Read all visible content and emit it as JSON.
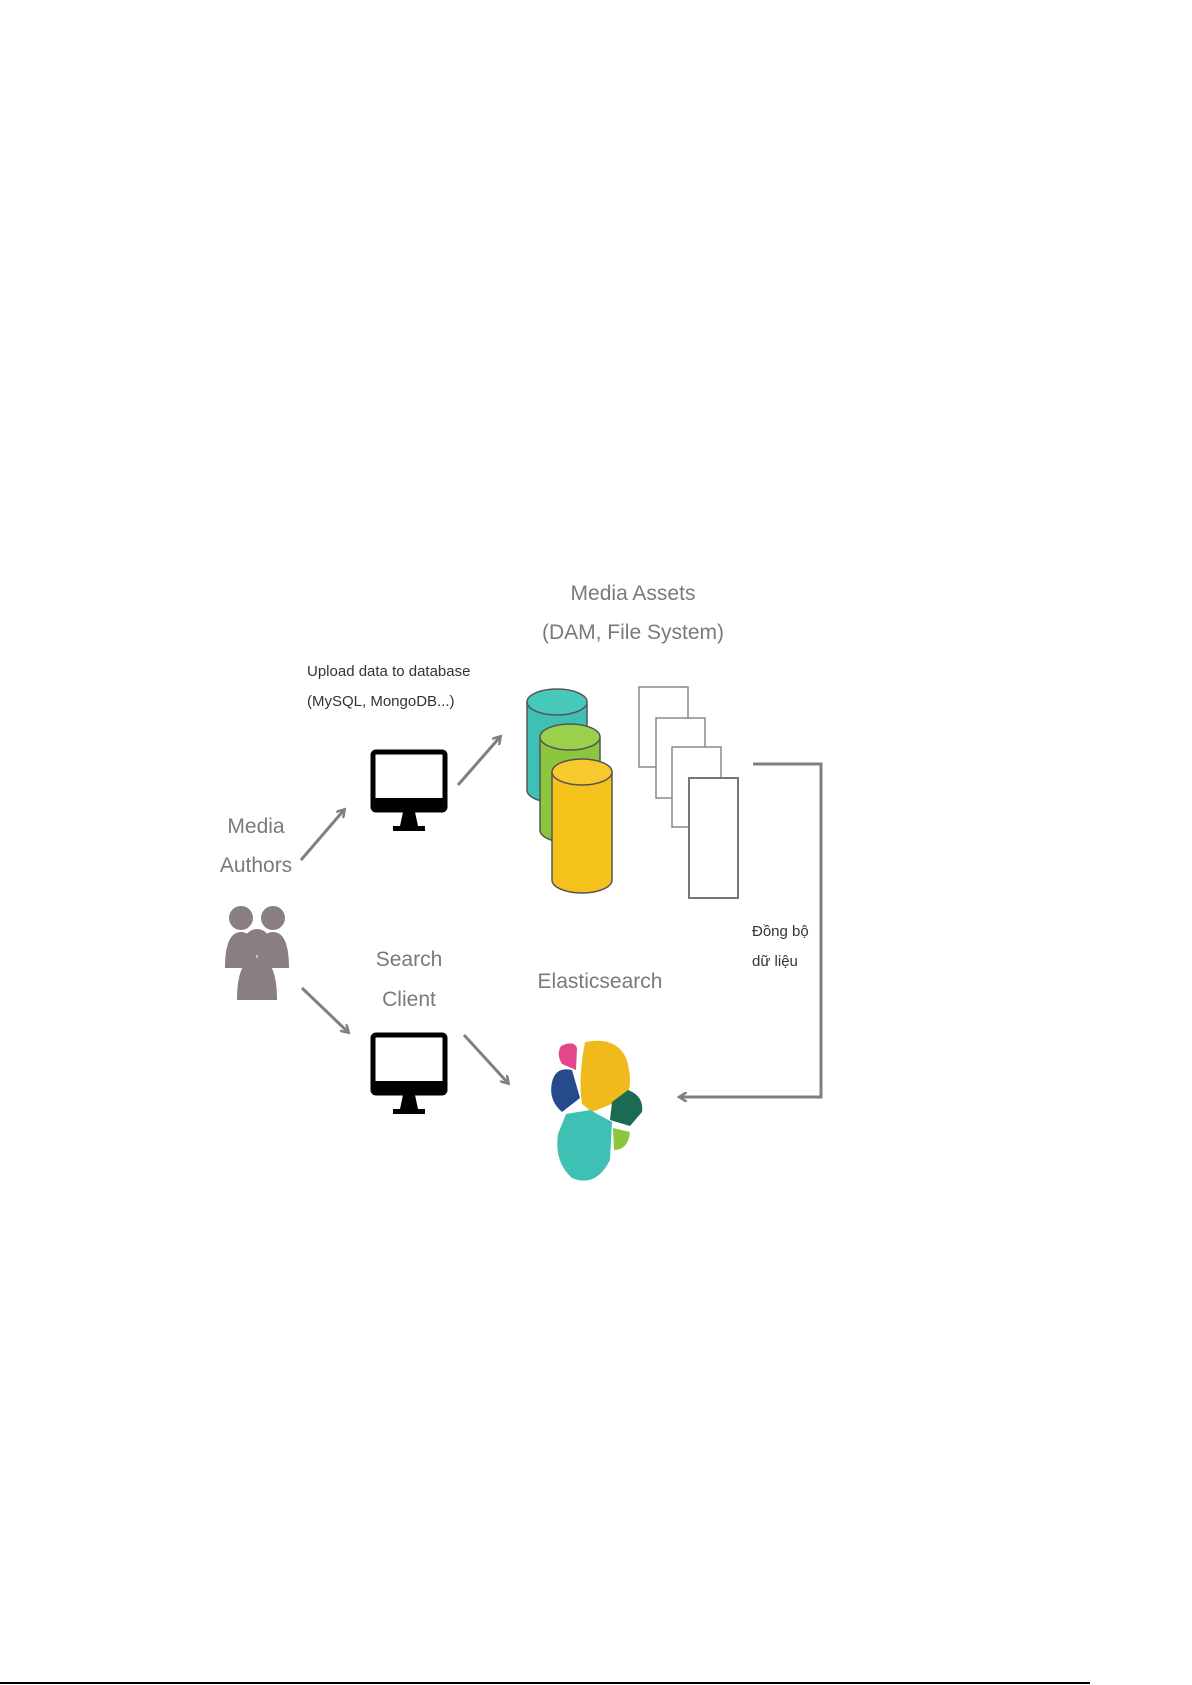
{
  "diagram": {
    "media_assets": {
      "line1": "Media Assets",
      "line2": "(DAM, File System)"
    },
    "upload": {
      "line1": "Upload data to database",
      "line2": "(MySQL, MongoDB...)"
    },
    "media_authors": {
      "line1": "Media",
      "line2": "Authors"
    },
    "search_client": {
      "line1": "Search",
      "line2": "Client"
    },
    "elasticsearch": "Elasticsearch",
    "sync": {
      "line1": "Đồng bộ",
      "line2": "dữ liệu"
    },
    "colors": {
      "teal": "#3ec1b4",
      "green": "#8cc63f",
      "yellow": "#f5c11b",
      "arrow": "#808080",
      "label": "#7a7a7a"
    }
  }
}
